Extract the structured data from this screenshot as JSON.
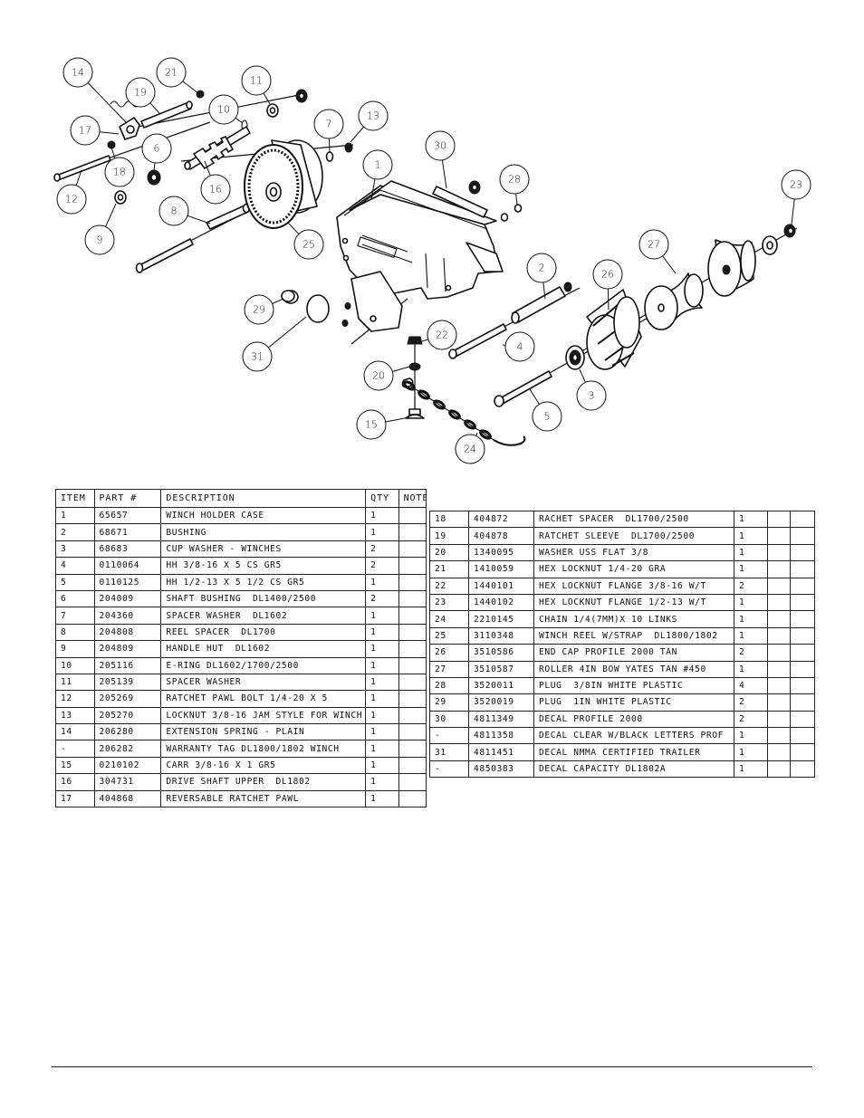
{
  "diagram": {
    "callouts": [
      {
        "number": "14"
      },
      {
        "number": "21"
      },
      {
        "number": "19"
      },
      {
        "number": "11"
      },
      {
        "number": "10"
      },
      {
        "number": "17"
      },
      {
        "number": "6"
      },
      {
        "number": "7"
      },
      {
        "number": "13"
      },
      {
        "number": "18"
      },
      {
        "number": "30"
      },
      {
        "number": "1"
      },
      {
        "number": "16"
      },
      {
        "number": "28"
      },
      {
        "number": "12"
      },
      {
        "number": "23"
      },
      {
        "number": "8"
      },
      {
        "number": "9"
      },
      {
        "number": "27"
      },
      {
        "number": "25"
      },
      {
        "number": "2"
      },
      {
        "number": "26"
      },
      {
        "number": "29"
      },
      {
        "number": "31"
      },
      {
        "number": "22"
      },
      {
        "number": "4"
      },
      {
        "number": "20"
      },
      {
        "number": "3"
      },
      {
        "number": "5"
      },
      {
        "number": "15"
      },
      {
        "number": "24"
      }
    ]
  },
  "parts_table_left": {
    "headers": {
      "item": "ITEM",
      "part": "PART #",
      "description": "DESCRIPTION",
      "qty": "QTY",
      "note": "NOTE"
    },
    "rows": [
      {
        "item": "1",
        "part": "65657",
        "description": "WINCH HOLDER CASE",
        "qty": "1",
        "note": ""
      },
      {
        "item": "2",
        "part": "68671",
        "description": "BUSHING",
        "qty": "1",
        "note": ""
      },
      {
        "item": "3",
        "part": "68683",
        "description": "CUP WASHER - WINCHES",
        "qty": "2",
        "note": ""
      },
      {
        "item": "4",
        "part": "0110064",
        "description": "HH 3/8-16 X 5 CS GR5",
        "qty": "2",
        "note": ""
      },
      {
        "item": "5",
        "part": "0110125",
        "description": "HH 1/2-13 X 5 1/2 CS GR5",
        "qty": "1",
        "note": ""
      },
      {
        "item": "6",
        "part": "204009",
        "description": "SHAFT BUSHING  DL1400/2500",
        "qty": "2",
        "note": ""
      },
      {
        "item": "7",
        "part": "204360",
        "description": "SPACER WASHER  DL1602",
        "qty": "1",
        "note": ""
      },
      {
        "item": "8",
        "part": "204808",
        "description": "REEL SPACER  DL1700",
        "qty": "1",
        "note": ""
      },
      {
        "item": "9",
        "part": "204809",
        "description": "HANDLE HUT  DL1602",
        "qty": "1",
        "note": ""
      },
      {
        "item": "10",
        "part": "205116",
        "description": "E-RING DL1602/1700/2500",
        "qty": "1",
        "note": ""
      },
      {
        "item": "11",
        "part": "205139",
        "description": "SPACER WASHER",
        "qty": "1",
        "note": ""
      },
      {
        "item": "12",
        "part": "205269",
        "description": "RATCHET PAWL BOLT 1/4-20 X 5",
        "qty": "1",
        "note": ""
      },
      {
        "item": "13",
        "part": "205270",
        "description": "LOCKNUT 3/8-16 JAM STYLE FOR WINCH",
        "qty": "1",
        "note": ""
      },
      {
        "item": "14",
        "part": "206280",
        "description": "EXTENSION SPRING - PLAIN",
        "qty": "1",
        "note": ""
      },
      {
        "item": "-",
        "part": "206282",
        "description": "WARRANTY TAG DL1800/1802 WINCH",
        "qty": "1",
        "note": ""
      },
      {
        "item": "15",
        "part": "0210102",
        "description": "CARR 3/8-16 X 1 GR5",
        "qty": "1",
        "note": ""
      },
      {
        "item": "16",
        "part": "304731",
        "description": "DRIVE SHAFT UPPER  DL1802",
        "qty": "1",
        "note": ""
      },
      {
        "item": "17",
        "part": "404868",
        "description": "REVERSABLE RATCHET PAWL",
        "qty": "1",
        "note": ""
      }
    ]
  },
  "parts_table_right": {
    "rows": [
      {
        "item": "18",
        "part": "404872",
        "description": "RACHET SPACER  DL1700/2500",
        "qty": "1",
        "note": ""
      },
      {
        "item": "19",
        "part": "404878",
        "description": "RATCHET SLEEVE  DL1700/2500",
        "qty": "1",
        "note": ""
      },
      {
        "item": "20",
        "part": "1340095",
        "description": "WASHER USS FLAT 3/8",
        "qty": "1",
        "note": ""
      },
      {
        "item": "21",
        "part": "1410059",
        "description": "HEX LOCKNUT 1/4-20 GRA",
        "qty": "1",
        "note": ""
      },
      {
        "item": "22",
        "part": "1440101",
        "description": "HEX LOCKNUT FLANGE 3/8-16 W/T",
        "qty": "2",
        "note": ""
      },
      {
        "item": "23",
        "part": "1440102",
        "description": "HEX LOCKNUT FLANGE 1/2-13 W/T",
        "qty": "1",
        "note": ""
      },
      {
        "item": "24",
        "part": "2210145",
        "description": "CHAIN 1/4(7MM)X 10 LINKS",
        "qty": "1",
        "note": ""
      },
      {
        "item": "25",
        "part": "3110348",
        "description": "WINCH REEL W/STRAP  DL1800/1802",
        "qty": "1",
        "note": ""
      },
      {
        "item": "26",
        "part": "3510586",
        "description": "END CAP PROFILE 2000 TAN",
        "qty": "2",
        "note": ""
      },
      {
        "item": "27",
        "part": "3510587",
        "description": "ROLLER 4IN BOW YATES TAN #450",
        "qty": "1",
        "note": ""
      },
      {
        "item": "28",
        "part": "3520011",
        "description": "PLUG  3/8IN WHITE PLASTIC",
        "qty": "4",
        "note": ""
      },
      {
        "item": "29",
        "part": "3520019",
        "description": "PLUG  1IN WHITE PLASTIC",
        "qty": "2",
        "note": ""
      },
      {
        "item": "30",
        "part": "4811349",
        "description": "DECAL PROFILE 2000",
        "qty": "2",
        "note": ""
      },
      {
        "item": "-",
        "part": "4811358",
        "description": "DECAL CLEAR W/BLACK LETTERS PROF",
        "qty": "1",
        "note": ""
      },
      {
        "item": "31",
        "part": "4811451",
        "description": "DECAL NMMA CERTIFIED TRAILER",
        "qty": "1",
        "note": ""
      },
      {
        "item": "-",
        "part": "4850383",
        "description": "DECAL CAPACITY DL1802A",
        "qty": "1",
        "note": ""
      }
    ]
  }
}
